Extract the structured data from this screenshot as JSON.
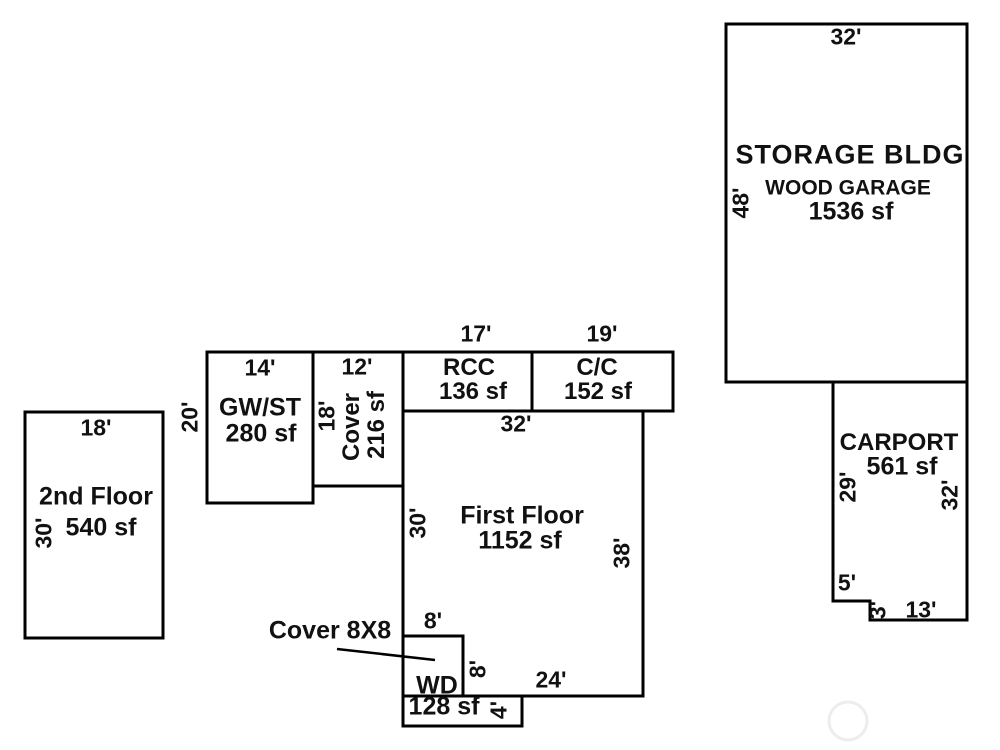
{
  "colors": {
    "background": "#ffffff",
    "line": "#000000",
    "text": "#111111",
    "watermark": "#ededed"
  },
  "buildings": {
    "storage": {
      "name": "STORAGE BLDG",
      "subtitle": "WOOD GARAGE",
      "area": "1536 sf",
      "dim_top": "32'",
      "dim_left": "48'"
    },
    "carport": {
      "name": "CARPORT",
      "area": "561 sf",
      "dim_left": "29'",
      "dim_right": "32'",
      "dim_step": "5'",
      "dim_step_down": "3'",
      "dim_bottom": "13'"
    },
    "second_floor": {
      "name": "2nd Floor",
      "area": "540 sf",
      "dim_top": "18'",
      "dim_left": "30'"
    },
    "gw_st": {
      "name": "GW/ST",
      "area": "280 sf",
      "dim_top": "14'",
      "dim_left": "20'"
    },
    "cover": {
      "name": "Cover",
      "area": "216 sf",
      "dim_top": "12'",
      "dim_left": "18'"
    },
    "rcc": {
      "name": "RCC",
      "area": "136 sf",
      "dim_top": "17'"
    },
    "cc": {
      "name": "C/C",
      "area": "152 sf",
      "dim_top": "19'"
    },
    "first_floor": {
      "name": "First Floor",
      "area": "1152 sf",
      "dim_top": "32'",
      "dim_left": "30'",
      "dim_right": "38'",
      "dim_bottom": "24'",
      "dim_notch_width": "8'",
      "dim_notch_height": "8'"
    },
    "wood_deck": {
      "name": "WD",
      "area": "128 sf",
      "dim_height": "4'"
    },
    "cover_8x8": {
      "label": "Cover 8X8"
    }
  }
}
